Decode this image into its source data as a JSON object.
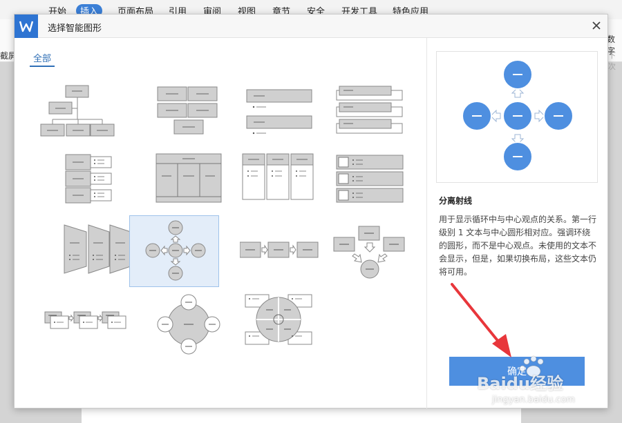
{
  "app": {
    "tabs": [
      "开始",
      "插入",
      "页面布局",
      "引用",
      "审阅",
      "视图",
      "章节",
      "安全",
      "开发工具",
      "特色应用"
    ],
    "active_tab": 1,
    "left_fragment": "截屏",
    "right_fragment": "数字",
    "right_fragment2": "下次"
  },
  "dialog": {
    "title": "选择智能图形",
    "category_tab": "全部",
    "preview": {
      "center_label": "—",
      "node_label": "—"
    },
    "desc_title": "分离射线",
    "desc_text": "用于显示循环中与中心观点的关系。第一行级别 1 文本与中心圆形相对应。强调环绕的圆形，而不是中心观点。未使用的文本不会显示，但是，如果切换布局，这些文本仍将可用。",
    "ok_label": "确定",
    "selected_index": 9,
    "items": [
      {
        "name": "organization-chart"
      },
      {
        "name": "block-list"
      },
      {
        "name": "vertical-bullet-list"
      },
      {
        "name": "stacked-list"
      },
      {
        "name": "vertical-box-list"
      },
      {
        "name": "table-hierarchy"
      },
      {
        "name": "horizontal-bullet-list"
      },
      {
        "name": "picture-caption-list"
      },
      {
        "name": "trapezoid-list"
      },
      {
        "name": "diverging-radial"
      },
      {
        "name": "basic-process"
      },
      {
        "name": "converging-arrows"
      },
      {
        "name": "step-process"
      },
      {
        "name": "radial-cycle"
      },
      {
        "name": "cycle-matrix"
      }
    ]
  },
  "colors": {
    "accent": "#2e74d2",
    "node_blue": "#4e8fe0",
    "button": "#4e8fe0",
    "shape_gray": "#d0d0d0",
    "arrow_red": "#e8363b"
  },
  "watermark": {
    "brand": "Baidu经验",
    "url": "jingyan.baidu.com"
  }
}
